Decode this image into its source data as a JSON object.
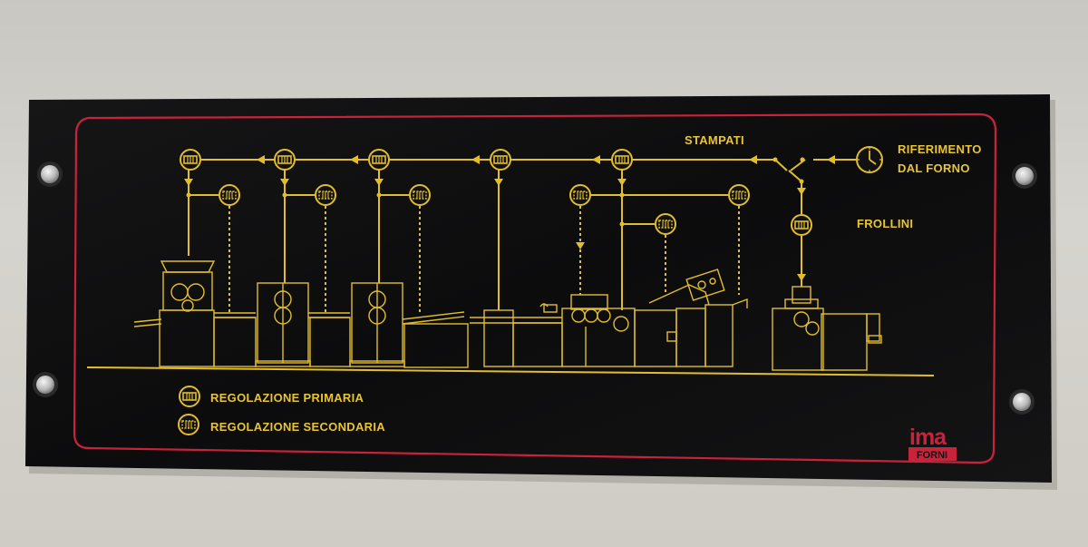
{
  "colors": {
    "panel": "#0e0e0f",
    "lines": "#e2be2c",
    "border": "#c8233a",
    "wall": "#cfccc5"
  },
  "panel": {
    "label_stampati": "STAMPATI",
    "label_riferimento_1": "RIFERIMENTO",
    "label_riferimento_2": "DAL FORNO",
    "label_frollini": "FROLLINI"
  },
  "legend": {
    "primary": "REGOLAZIONE PRIMARIA",
    "secondary": "REGOLAZIONE SECONDARIA"
  },
  "logo": {
    "brand": "ima",
    "sub": "FORNI"
  },
  "icons": [
    "screw-icon",
    "clock-icon",
    "primary-regulator-icon",
    "secondary-regulator-icon"
  ]
}
